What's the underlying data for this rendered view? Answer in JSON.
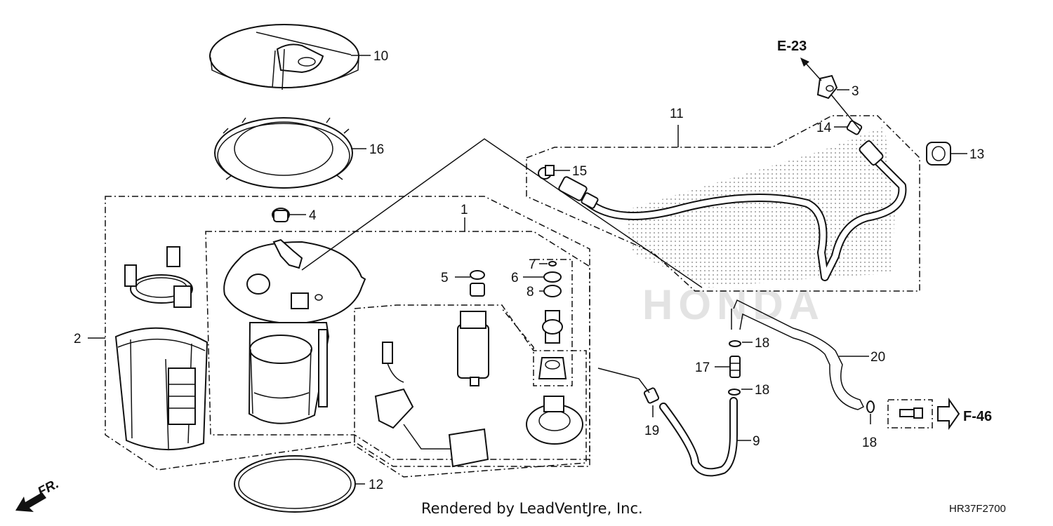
{
  "watermark": "HONDA",
  "callouts": {
    "c1": "1",
    "c2": "2",
    "c3": "3",
    "c4": "4",
    "c5": "5",
    "c6": "6",
    "c7": "7",
    "c8": "8",
    "c9": "9",
    "c10": "10",
    "c11": "11",
    "c12": "12",
    "c13": "13",
    "c14": "14",
    "c15": "15",
    "c16": "16",
    "c17": "17",
    "c18a": "18",
    "c18b": "18",
    "c18c": "18",
    "c19": "19",
    "c20": "20"
  },
  "refs": {
    "e23": "E-23",
    "f46": "F-46"
  },
  "direction": "FR.",
  "credit": "Rendered by LeadVentJre, Inc.",
  "diagram_code": "HR37F2700",
  "icons": [
    "direction-arrow-icon",
    "reference-arrow-icon"
  ]
}
